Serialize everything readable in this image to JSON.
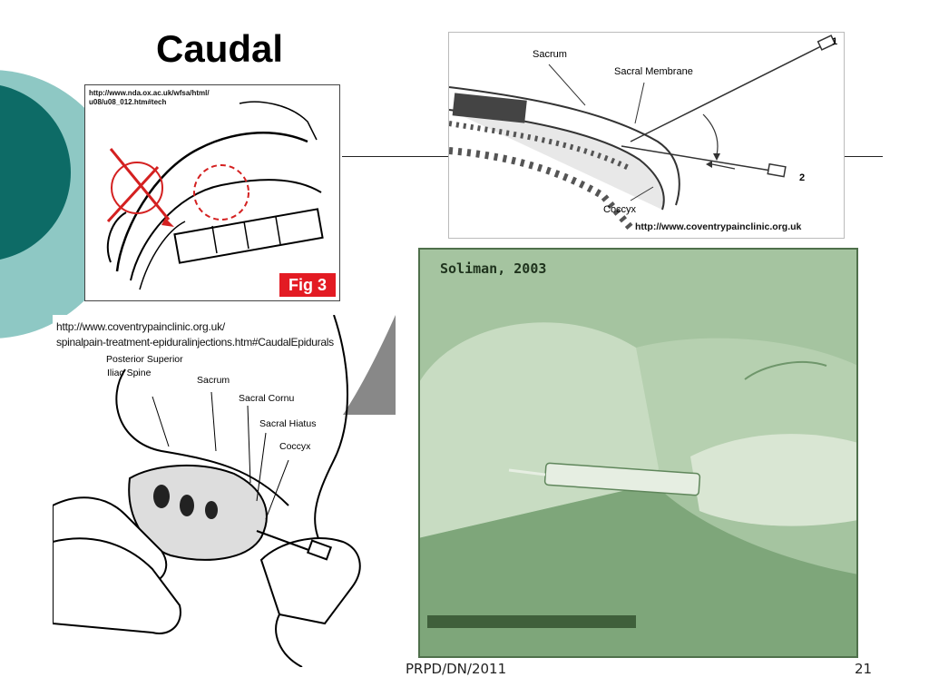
{
  "slide": {
    "title": "Caudal",
    "footer": "PRPD/DN/2011",
    "page_number": "21"
  },
  "fig3": {
    "url": "http://www.nda.ox.ac.uk/wfsa/html/ u08/u08_012.htm#tech",
    "badge": "Fig 3",
    "badge_color": "#e31b23"
  },
  "sacral_diagram": {
    "labels": {
      "sacrum": "Sacrum",
      "membrane": "Sacral Membrane",
      "coccyx": "Coccyx",
      "needle1": "1",
      "needle2": "2"
    },
    "url": "http://www.coventrypainclinic.org.uk"
  },
  "hand_illustration": {
    "url_line1": "http://www.coventrypainclinic.org.uk/",
    "url_line2": "spinalpain-treatment-epiduralinjections.htm#CaudalEpidurals",
    "labels": {
      "psis1": "Posterior Superior",
      "psis2": "Iliac Spine",
      "sacrum": "Sacrum",
      "cornu": "Sacral Cornu",
      "hiatus": "Sacral Hiatus",
      "coccyx": "Coccyx"
    }
  },
  "photo": {
    "caption": "Soliman, 2003",
    "tint": "#9fbf9a"
  },
  "colors": {
    "teal_dark": "#0d6b66",
    "teal_light": "#8ec8c4"
  }
}
